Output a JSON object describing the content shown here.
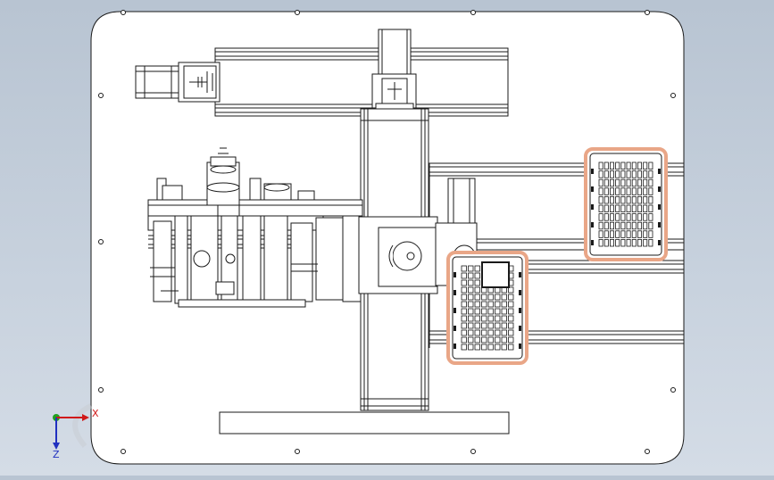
{
  "viewport": {
    "background_top": "#b8c4d2",
    "background_bottom": "#d4dce6",
    "line_color": "#1a1a1a",
    "plate_color": "#ffffff",
    "tray_border_color": "#e9a687",
    "tray_rows_small": 12,
    "tray_cols_small": 8,
    "tray_rows_large": 10,
    "tray_cols_large": 10
  },
  "triad": {
    "x_label": "X",
    "z_label": "Z",
    "x_color": "#d01818",
    "y_color": "#20a020",
    "z_color": "#2030c0"
  }
}
